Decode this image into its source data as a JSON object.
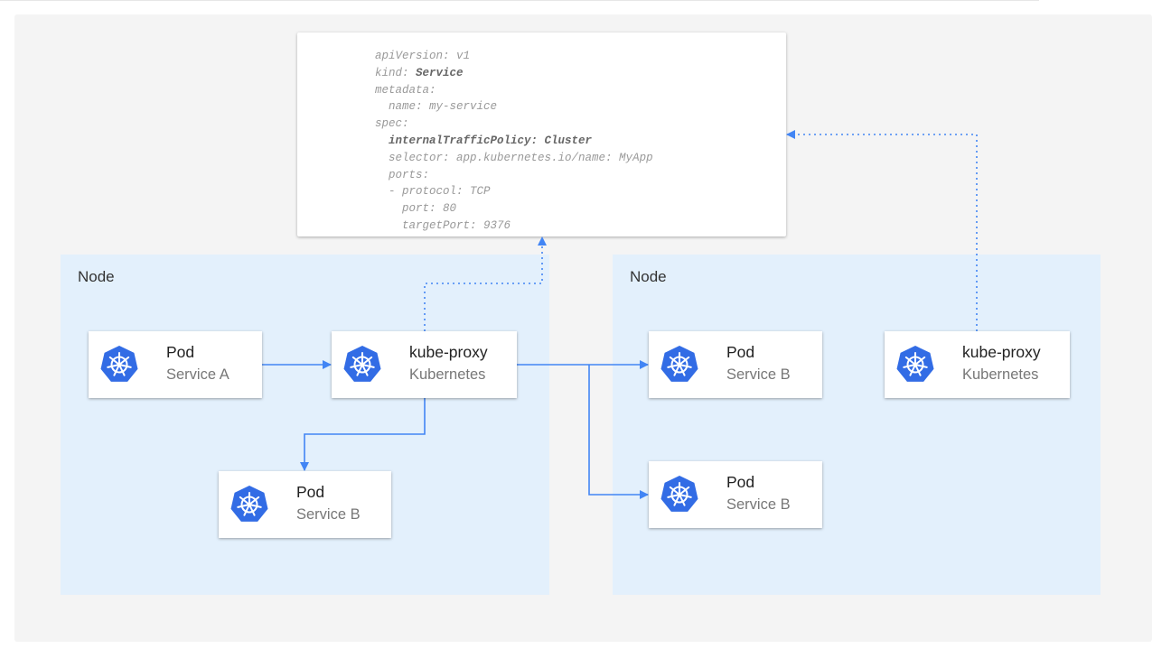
{
  "colors": {
    "accent": "#4285f4",
    "k8s": "#326ce5",
    "node_bg": "#e3f0fc"
  },
  "code": {
    "lines": [
      {
        "indent": 0,
        "key": "apiVersion: ",
        "val": "v1",
        "bold": false
      },
      {
        "indent": 0,
        "key": "kind: ",
        "val": "Service",
        "bold": "val"
      },
      {
        "indent": 0,
        "key": "metadata:",
        "val": "",
        "bold": false
      },
      {
        "indent": 2,
        "key": "name: ",
        "val": "my-service",
        "bold": false
      },
      {
        "indent": 0,
        "key": "spec:",
        "val": "",
        "bold": false
      },
      {
        "indent": 2,
        "key": "internalTrafficPolicy: ",
        "val": "Cluster",
        "bold": "all"
      },
      {
        "indent": 2,
        "key": "selector: ",
        "val": "app.kubernetes.io/name: MyApp",
        "bold": false
      },
      {
        "indent": 2,
        "key": "ports:",
        "val": "",
        "bold": false
      },
      {
        "indent": 2,
        "key": "- protocol: ",
        "val": "TCP",
        "bold": false
      },
      {
        "indent": 4,
        "key": "port: ",
        "val": "80",
        "bold": false
      },
      {
        "indent": 4,
        "key": "targetPort: ",
        "val": "9376",
        "bold": false
      }
    ]
  },
  "nodes": [
    {
      "label": "Node"
    },
    {
      "label": "Node"
    }
  ],
  "cards": {
    "pod_a": {
      "title": "Pod",
      "subtitle": "Service A",
      "icon": "kubernetes-icon"
    },
    "proxy_1": {
      "title": "kube-proxy",
      "subtitle": "Kubernetes",
      "icon": "kubernetes-icon"
    },
    "pod_b_left": {
      "title": "Pod",
      "subtitle": "Service B",
      "icon": "kubernetes-icon"
    },
    "pod_b_right_1": {
      "title": "Pod",
      "subtitle": "Service B",
      "icon": "kubernetes-icon"
    },
    "pod_b_right_2": {
      "title": "Pod",
      "subtitle": "Service B",
      "icon": "kubernetes-icon"
    },
    "proxy_2": {
      "title": "kube-proxy",
      "subtitle": "Kubernetes",
      "icon": "kubernetes-icon"
    }
  }
}
